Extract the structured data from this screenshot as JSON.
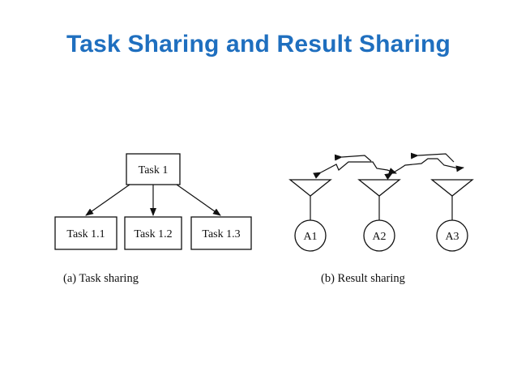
{
  "title": "Task Sharing and Result Sharing",
  "task_sharing": {
    "root": "Task 1",
    "children": [
      "Task 1.1",
      "Task 1.2",
      "Task 1.3"
    ],
    "caption": "(a) Task sharing"
  },
  "result_sharing": {
    "agents": [
      "A1",
      "A2",
      "A3"
    ],
    "caption": "(b) Result sharing"
  }
}
